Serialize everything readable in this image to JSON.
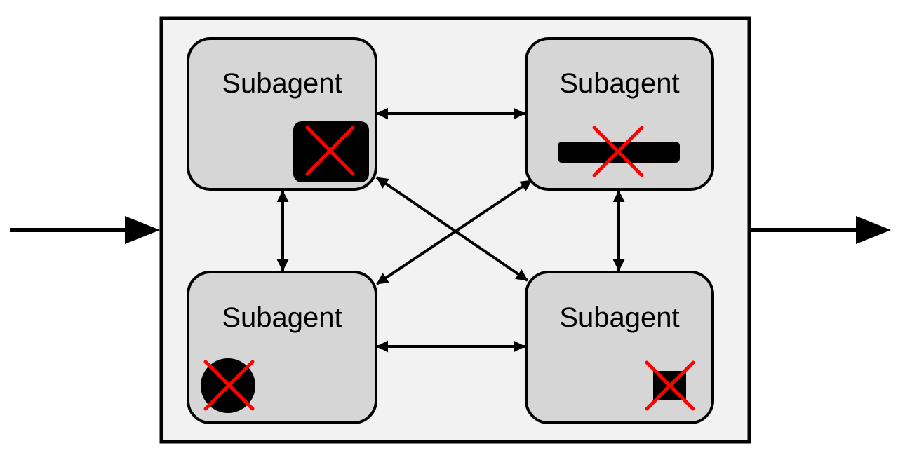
{
  "diagram": {
    "subagents": [
      {
        "id": "top-left",
        "label": "Subagent",
        "marker": "rounded-square"
      },
      {
        "id": "top-right",
        "label": "Subagent",
        "marker": "bar"
      },
      {
        "id": "bottom-left",
        "label": "Subagent",
        "marker": "circle"
      },
      {
        "id": "bottom-right",
        "label": "Subagent",
        "marker": "small-square"
      }
    ],
    "connections": [
      {
        "from": "top-left",
        "to": "top-right",
        "bidirectional": true
      },
      {
        "from": "bottom-left",
        "to": "bottom-right",
        "bidirectional": true
      },
      {
        "from": "top-left",
        "to": "bottom-left",
        "bidirectional": true
      },
      {
        "from": "top-right",
        "to": "bottom-right",
        "bidirectional": true
      },
      {
        "from": "top-left",
        "to": "bottom-right",
        "bidirectional": true
      },
      {
        "from": "top-right",
        "to": "bottom-left",
        "bidirectional": true
      }
    ],
    "colors": {
      "container_fill": "#f2f2f3",
      "box_fill": "#d6d6d6",
      "stroke": "#000000",
      "cross": "#ff0000"
    }
  }
}
